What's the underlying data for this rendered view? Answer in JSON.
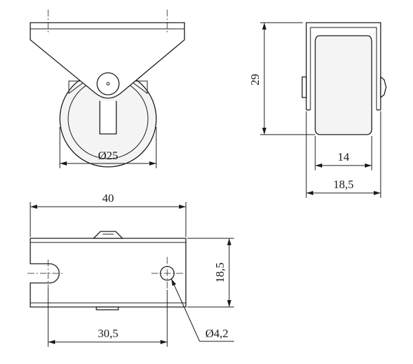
{
  "dimensions": {
    "wheel_diameter": "Ø25",
    "height": "29",
    "wheel_width": "14",
    "total_width": "18,5",
    "plate_length": "40",
    "plate_width": "18,5",
    "hole_spacing": "30,5",
    "hole_diameter": "Ø4,2"
  }
}
